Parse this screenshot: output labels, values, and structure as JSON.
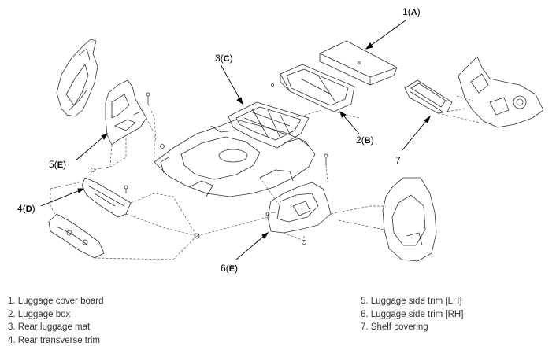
{
  "callouts": {
    "c1": {
      "num": "1",
      "letter": "A"
    },
    "c2": {
      "num": "2",
      "letter": "B"
    },
    "c3": {
      "num": "3",
      "letter": "C"
    },
    "c4": {
      "num": "4",
      "letter": "D"
    },
    "c5": {
      "num": "5",
      "letter": "E"
    },
    "c6": {
      "num": "6",
      "letter": "E"
    },
    "c7": {
      "num": "7"
    }
  },
  "legend": {
    "left": [
      "1. Luggage cover board",
      "2. Luggage box",
      "3. Rear luggage mat",
      "4. Rear transverse trim"
    ],
    "right": [
      "5. Luggage side trim [LH]",
      "6. Luggage side trim [RH]",
      "7. Shelf covering"
    ]
  },
  "colors": {
    "line": "#333333",
    "text": "#000000",
    "legend_text": "#333333"
  }
}
